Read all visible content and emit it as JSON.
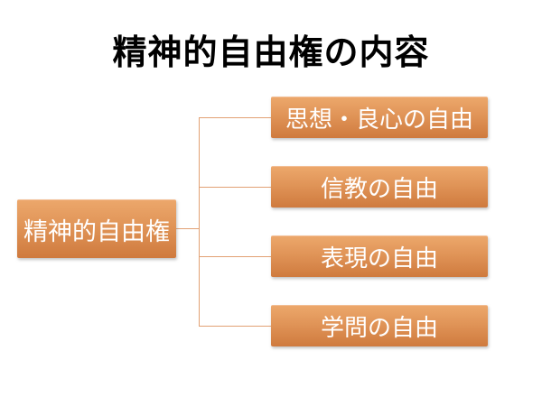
{
  "slide": {
    "title": "精神的自由権の内容"
  },
  "diagram": {
    "type": "hierarchy",
    "root": {
      "label": "精神的自由権"
    },
    "children": [
      {
        "label": "思想・良心の自由"
      },
      {
        "label": "信教の自由"
      },
      {
        "label": "表現の自由"
      },
      {
        "label": "学問の自由"
      }
    ],
    "colors": {
      "box_gradient_top": "#eca76b",
      "box_gradient_bottom": "#cf7a3e",
      "box_highlight_border": "#f2bd93",
      "connector": "#e2a174",
      "box_text": "#ffffff",
      "title_text": "#000000",
      "background": "#ffffff"
    }
  }
}
